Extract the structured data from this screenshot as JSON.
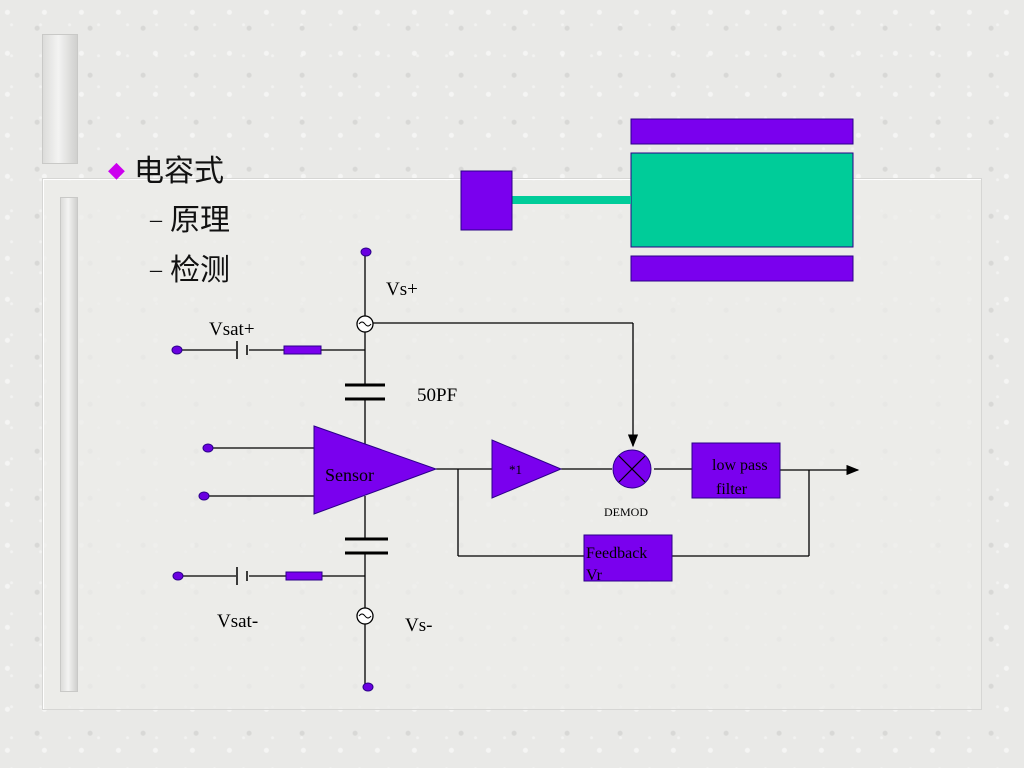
{
  "outline": {
    "bullet": "电容式",
    "subitems": [
      "原理",
      "检测"
    ]
  },
  "diagram": {
    "labels": {
      "vs_plus": "Vs+",
      "vsat_plus": "Vsat+",
      "cap": "50PF",
      "sensor": "Sensor",
      "buffer": "*1",
      "demod": "DEMOD",
      "lpf_line1": "low pass",
      "lpf_line2": "filter",
      "feedback_line1": "Feedback",
      "feedback_line2": "Vr",
      "vsat_minus": "Vsat-",
      "vs_minus": "Vs-"
    }
  },
  "colors": {
    "block_fill": "#7a00ee",
    "block_stroke": "#2a0088",
    "plate_center": "#00cc99",
    "terminal": "#6a00e0",
    "wire": "#000000",
    "bullet_diamond": "#cc00ee"
  }
}
